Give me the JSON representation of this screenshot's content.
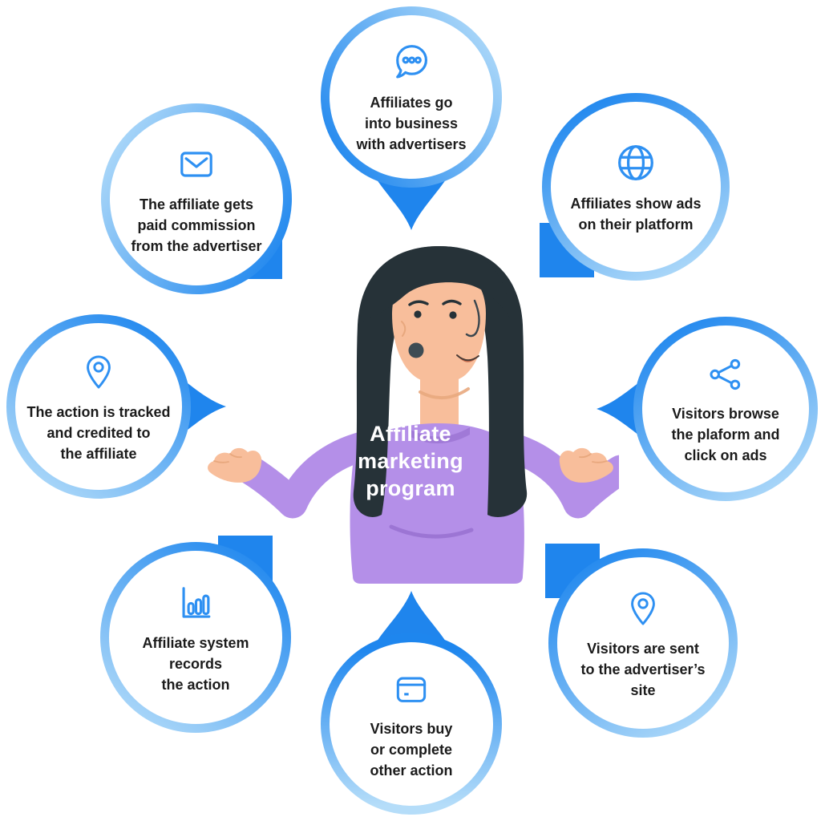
{
  "center": {
    "illustration": "woman-shrugging",
    "label_lines": [
      "Affiliate",
      "marketing",
      "program"
    ]
  },
  "bubbles": [
    {
      "position": "top",
      "icon": "chat-dots-icon",
      "lines": [
        "Affiliates go",
        "into business",
        "with advertisers"
      ]
    },
    {
      "position": "top-right",
      "icon": "globe-icon",
      "lines": [
        "Affiliates show ads",
        "on their platform"
      ]
    },
    {
      "position": "right",
      "icon": "share-nodes-icon",
      "lines": [
        "Visitors browse",
        "the plaform and",
        "click on ads"
      ]
    },
    {
      "position": "bottom-right",
      "icon": "location-pin-icon",
      "lines": [
        "Visitors are sent",
        "to the advertiser’s",
        "site"
      ]
    },
    {
      "position": "bottom",
      "icon": "credit-card-icon",
      "lines": [
        "Visitors buy",
        "or complete",
        "other action"
      ]
    },
    {
      "position": "bottom-left",
      "icon": "bar-chart-icon",
      "lines": [
        "Affiliate system",
        "records",
        "the action"
      ]
    },
    {
      "position": "left",
      "icon": "location-pin-icon",
      "lines": [
        "The action is tracked",
        "and credited to",
        "the affiliate"
      ]
    },
    {
      "position": "top-left",
      "icon": "envelope-icon",
      "lines": [
        "The affiliate gets",
        "paid commission",
        "from the advertiser"
      ]
    }
  ],
  "colors": {
    "ring_bright": "#1E86EE",
    "ring_pale": "#B5DDF9",
    "tail_blue": "#1F85ED",
    "icon_blue": "#2E90F2",
    "text": "#1B1B1B",
    "sweater_purple": "#B48FE8",
    "sweater_shadow": "#9C75D4",
    "skin": "#F8BE9B",
    "hair": "#263238",
    "background": "#FFFFFF"
  }
}
